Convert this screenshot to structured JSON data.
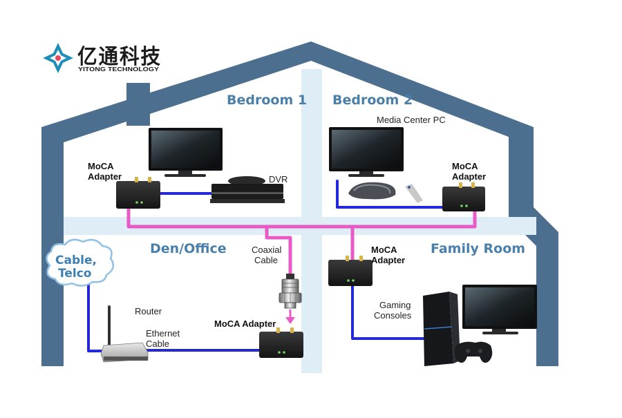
{
  "logo": {
    "name_cn": "亿通科技",
    "name_en": "YITONG TECHNOLOGY",
    "color": "#1e8fb8"
  },
  "rooms": {
    "bedroom1": "Bedroom 1",
    "bedroom2": "Bedroom 2",
    "den_office": "Den/Office",
    "family_room": "Family Room"
  },
  "labels": {
    "moca_adapter_bedroom1": [
      "MoCA",
      "Adapter"
    ],
    "dvr": "DVR",
    "media_center_pc": "Media Center PC",
    "moca_adapter_bedroom2": [
      "MoCA",
      "Adapter"
    ],
    "coaxial_cable": [
      "Coaxial",
      "Cable"
    ],
    "moca_adapter_family": [
      "MoCA",
      "Adapter"
    ],
    "gaming_consoles": [
      "Gaming",
      "Consoles"
    ],
    "router": "Router",
    "ethernet_cable": [
      "Ethernet",
      "Cable"
    ],
    "moca_adapter_den": "MoCA Adapter"
  },
  "cloud": [
    "Cable,",
    "Telco"
  ],
  "colors": {
    "house_outline": "#4d6f8f",
    "house_interior": "#dfeef6",
    "coax_cable": "#e85bc6",
    "ethernet_cable": "#2328d8",
    "room_title": "#4a7faa",
    "device": "#222222"
  }
}
